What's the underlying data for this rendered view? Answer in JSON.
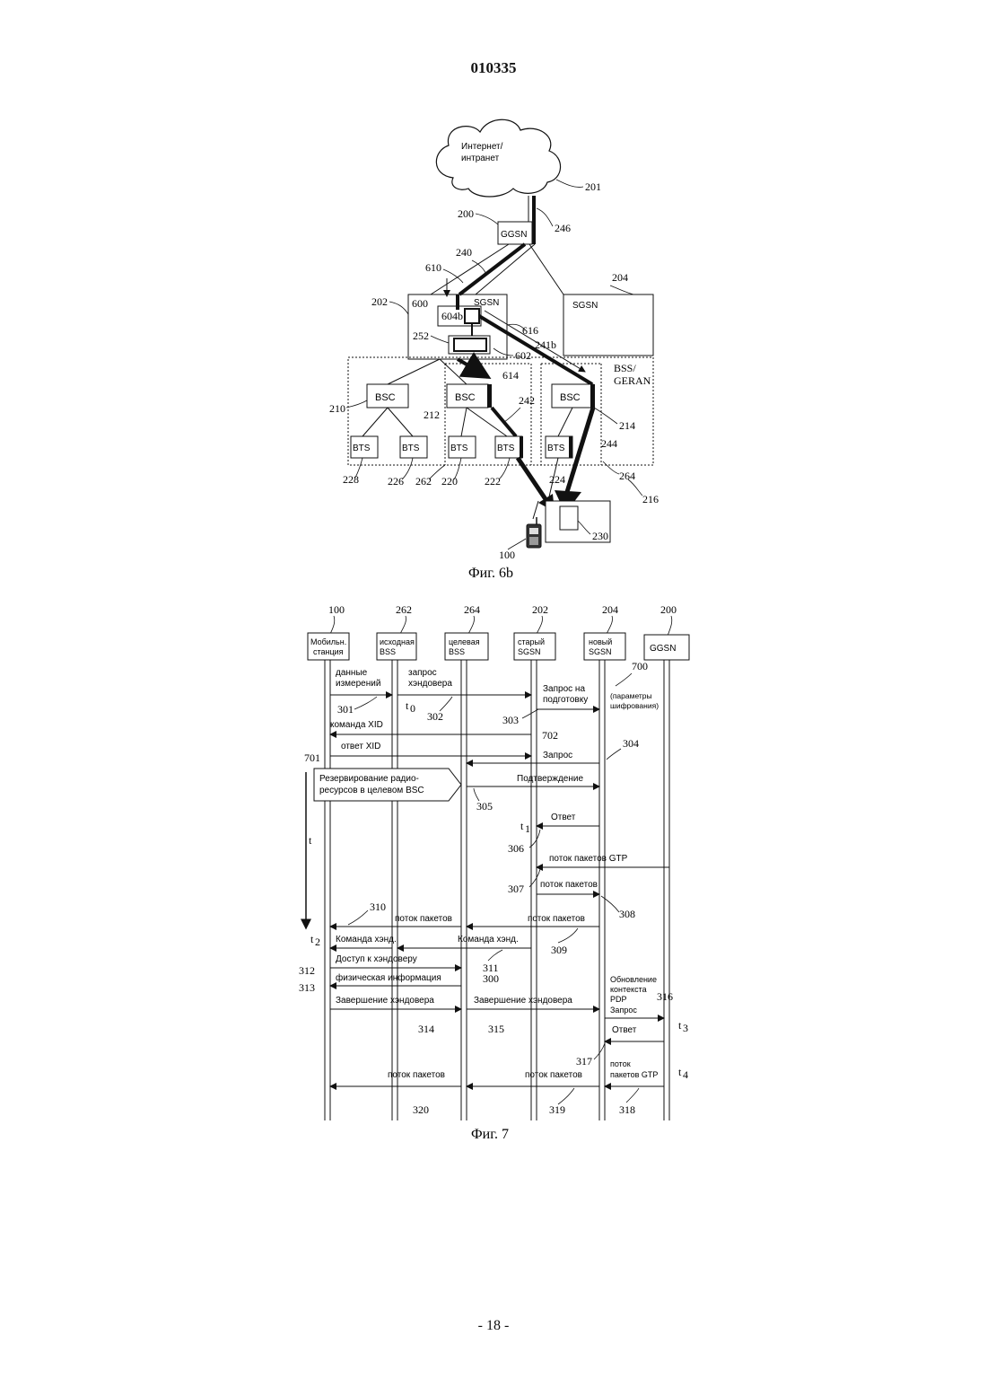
{
  "header": {
    "doc_number": "010335"
  },
  "fig6b": {
    "caption": "Фиг. 6b",
    "cloud_label": [
      "Интернет/",
      "интранет"
    ],
    "ggsn_label": "GGSN",
    "sgsn_old_label": "SGSN",
    "sgsn_new_label": "SGSN",
    "bss_geran_label": [
      "BSS/",
      "GERAN"
    ],
    "bsc_label": "BSC",
    "bts_label": "BTS",
    "refs": {
      "r201": "201",
      "r200": "200",
      "r246": "246",
      "r240": "240",
      "r610": "610",
      "r204": "204",
      "r202": "202",
      "r600": "600",
      "r604b": "604b",
      "r616": "616",
      "r241b": "241b",
      "r252": "252",
      "r602": "602",
      "r614": "614",
      "r210": "210",
      "r212": "212",
      "r242": "242",
      "r214": "214",
      "r244": "244",
      "r264": "264",
      "r228": "228",
      "r226": "226",
      "r262": "262",
      "r220": "220",
      "r222": "222",
      "r224": "224",
      "r216": "216",
      "r230": "230",
      "r100": "100"
    }
  },
  "fig7": {
    "caption": "Фиг. 7",
    "entities": [
      {
        "ref": "100",
        "lines": [
          "Мобильн.",
          "станция"
        ]
      },
      {
        "ref": "262",
        "lines": [
          "исходная",
          "BSS"
        ]
      },
      {
        "ref": "264",
        "lines": [
          "целевая",
          "BSS"
        ]
      },
      {
        "ref": "202",
        "lines": [
          "старый",
          "SGSN"
        ]
      },
      {
        "ref": "204",
        "lines": [
          "новый",
          "SGSN"
        ]
      },
      {
        "ref": "200",
        "lines": [
          "GGSN"
        ]
      }
    ],
    "messages": {
      "m301a": "данные",
      "m301b": "измерений",
      "m302a": "запрос",
      "m302b": "хэндовера",
      "m303a": "Запрос на",
      "m303b": "подготовку",
      "m700a": "(параметры",
      "m700b": "шифрования)",
      "mxid_cmd": "команда XID",
      "mxid_resp": "ответ XID",
      "m304": "Запрос",
      "mres_a": "Резервирование радио-",
      "mres_b": "ресурсов в целевом BSC",
      "m305": "Подтверждение",
      "m306": "Ответ",
      "m307": "поток пакетов GTP",
      "m308": "поток пакетов",
      "m310a": "поток пакетов",
      "m310b": "поток пакетов",
      "m_cmd_a": "Команда хэнд.",
      "m_cmd_b": "Команда хэнд.",
      "m312": "Доступ к хэндоверу",
      "m313": "физическая информация",
      "m_upd_a": "Обновление",
      "m_upd_b": "контекста",
      "m_upd_c": "PDP",
      "m_upd_req": "Запрос",
      "m314": "Завершение хэндовера",
      "m315": "Завершение хэндовера",
      "m_resp2": "Ответ",
      "m318a": "поток",
      "m318b": "пакетов GTP",
      "m320": "поток пакетов",
      "m319": "поток пакетов"
    },
    "times": {
      "t": "t",
      "t0": "t",
      "t0s": "0",
      "t1": "t",
      "t1s": "1",
      "t2": "t",
      "t2s": "2",
      "t3": "t",
      "t3s": "3",
      "t4": "t",
      "t4s": "4"
    },
    "refs": {
      "r700": "700",
      "r301": "301",
      "r302": "302",
      "r303": "303",
      "r702": "702",
      "r304": "304",
      "r701": "701",
      "r305": "305",
      "r306": "306",
      "r307": "307",
      "r308": "308",
      "r310": "310",
      "r309": "309",
      "r311": "311",
      "r300": "300",
      "r312": "312",
      "r313": "313",
      "r316": "316",
      "r314": "314",
      "r315": "315",
      "r317": "317",
      "r320": "320",
      "r319": "319",
      "r318": "318"
    }
  },
  "footer": {
    "page": "- 18 -"
  }
}
